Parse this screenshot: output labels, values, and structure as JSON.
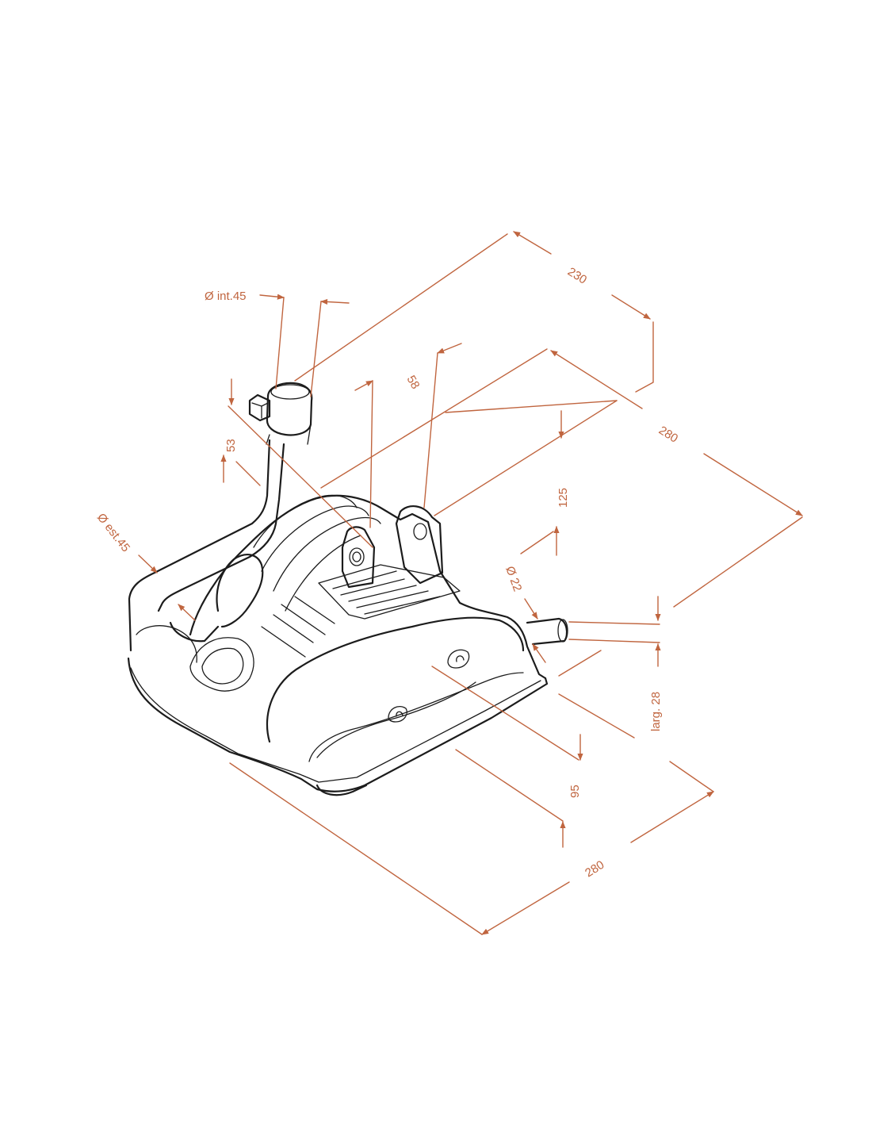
{
  "colors": {
    "dimension": "#c0653f",
    "outline": "#1c1c1c",
    "background": "#ffffff"
  },
  "dimensions": {
    "d_int": "Ø int.45",
    "d_ext": "Ø est.45",
    "d_22": "Ø 22",
    "w_230": "230",
    "w_280_top": "280",
    "w_280_bottom": "280",
    "h_53": "53",
    "h_58": "58",
    "h_125": "125",
    "h_95": "95",
    "larg_28": "larg. 28"
  }
}
